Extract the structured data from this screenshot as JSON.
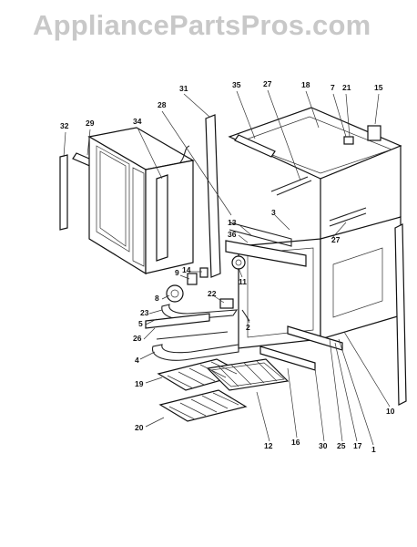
{
  "watermark": "AppliancePartsPros.com",
  "callouts": [
    {
      "id": "p32",
      "text": "32"
    },
    {
      "id": "p29",
      "text": "29"
    },
    {
      "id": "p34",
      "text": "34"
    },
    {
      "id": "p31",
      "text": "31"
    },
    {
      "id": "p28",
      "text": "28"
    },
    {
      "id": "p35",
      "text": "35"
    },
    {
      "id": "p27a",
      "text": "27"
    },
    {
      "id": "p18",
      "text": "18"
    },
    {
      "id": "p7",
      "text": "7"
    },
    {
      "id": "p21",
      "text": "21"
    },
    {
      "id": "p15",
      "text": "15"
    },
    {
      "id": "p3",
      "text": "3"
    },
    {
      "id": "p13",
      "text": "13"
    },
    {
      "id": "p36",
      "text": "36"
    },
    {
      "id": "p27b",
      "text": "27"
    },
    {
      "id": "p11",
      "text": "11"
    },
    {
      "id": "p9",
      "text": "9"
    },
    {
      "id": "p14",
      "text": "14"
    },
    {
      "id": "p8",
      "text": "8"
    },
    {
      "id": "p22",
      "text": "22"
    },
    {
      "id": "p23",
      "text": "23"
    },
    {
      "id": "p5",
      "text": "5"
    },
    {
      "id": "p2",
      "text": "2"
    },
    {
      "id": "p26",
      "text": "26"
    },
    {
      "id": "p4",
      "text": "4"
    },
    {
      "id": "p19",
      "text": "19"
    },
    {
      "id": "p20",
      "text": "20"
    },
    {
      "id": "p12",
      "text": "12"
    },
    {
      "id": "p16",
      "text": "16"
    },
    {
      "id": "p30",
      "text": "30"
    },
    {
      "id": "p25",
      "text": "25"
    },
    {
      "id": "p17",
      "text": "17"
    },
    {
      "id": "p1",
      "text": "1"
    },
    {
      "id": "p10",
      "text": "10"
    }
  ]
}
